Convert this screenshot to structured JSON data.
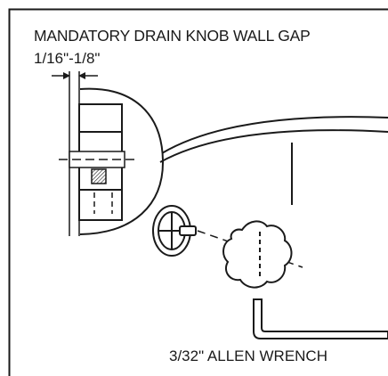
{
  "diagram": {
    "title": "MANDATORY DRAIN KNOB WALL GAP",
    "gap_dimension": "1/16\"-1/8\"",
    "wrench_label": "3/32\" ALLEN WRENCH"
  },
  "colors": {
    "stroke": "#1a1a1a",
    "background": "#ffffff"
  }
}
